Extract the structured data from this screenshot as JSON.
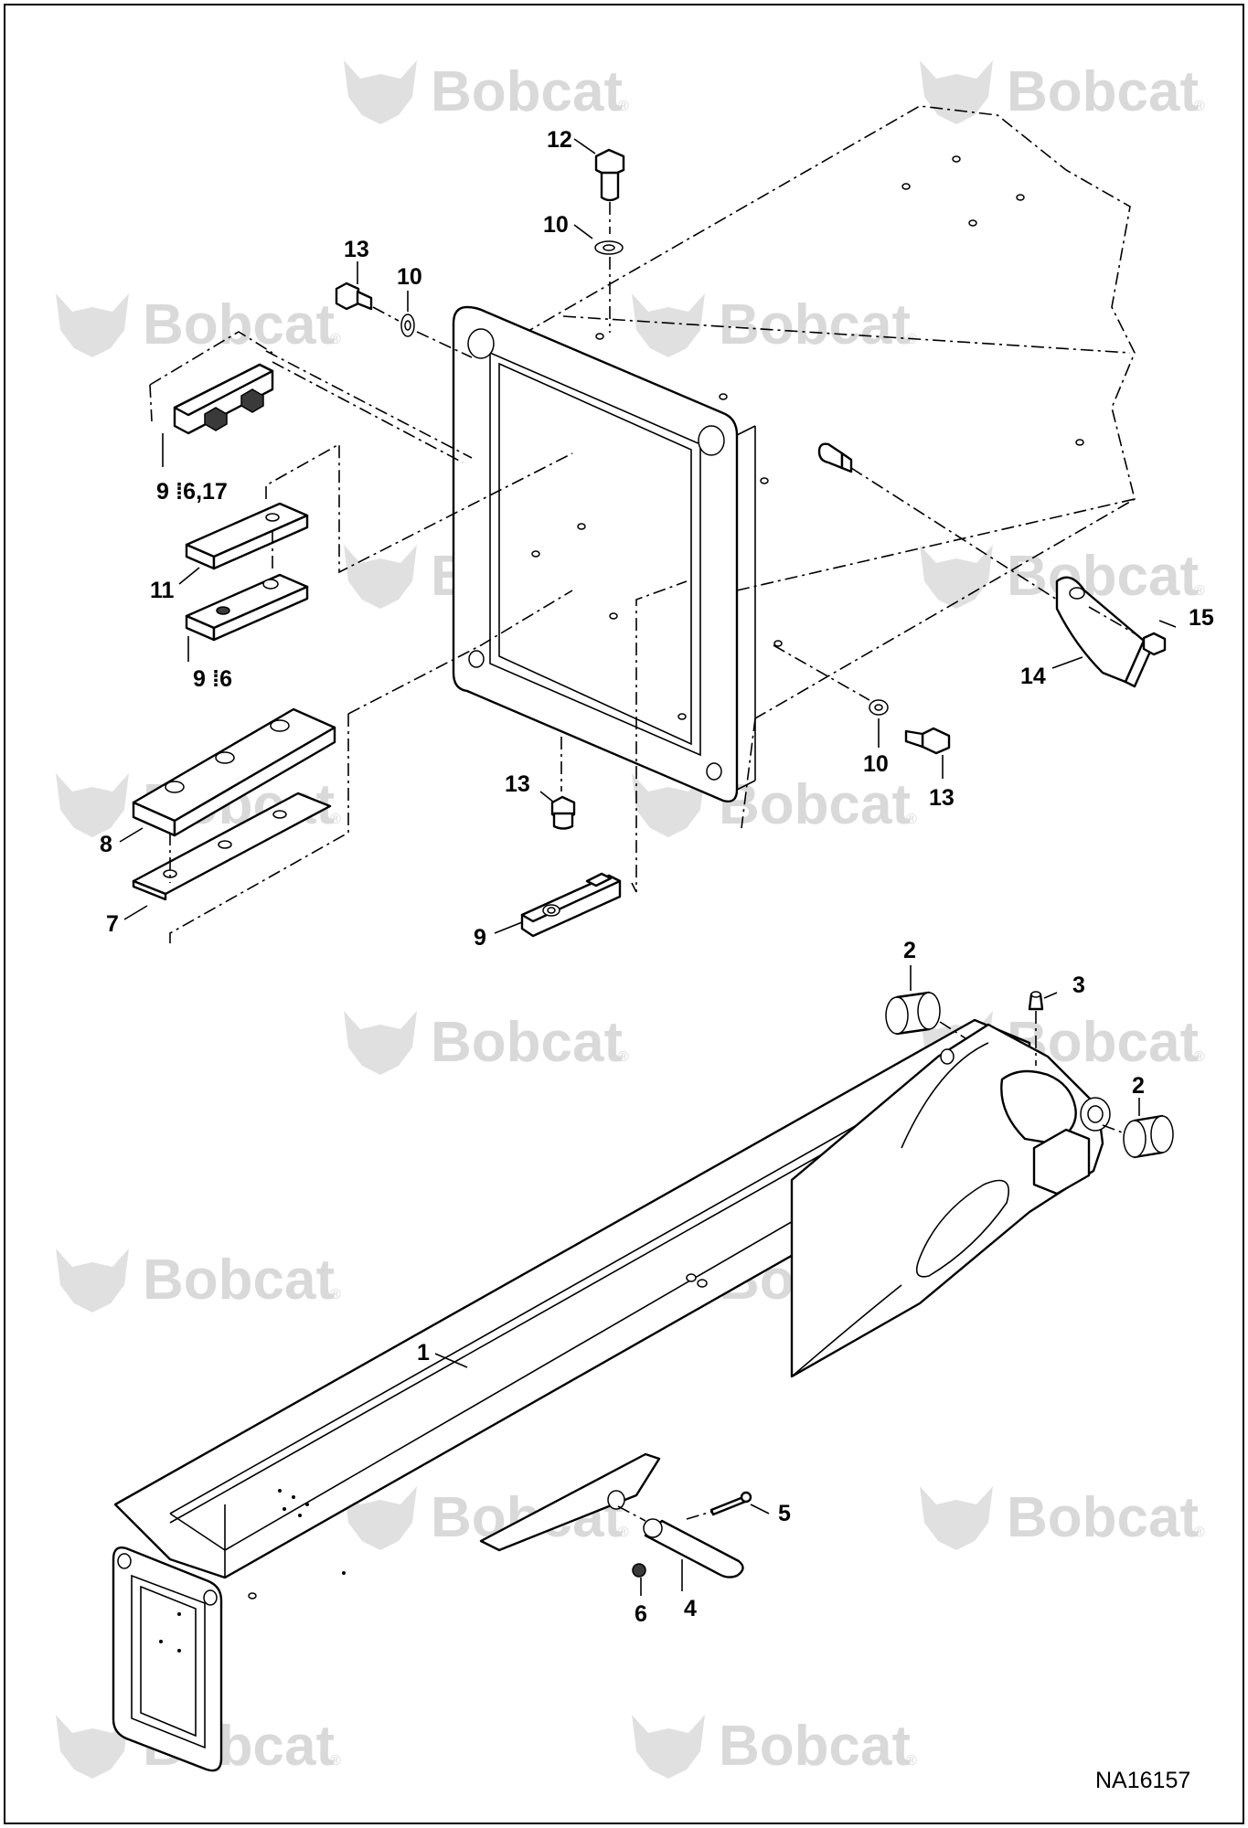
{
  "watermark": {
    "brand": "Bobcat",
    "reg": "®"
  },
  "drawing_id": "NA16157",
  "callouts": [
    {
      "id": "c12",
      "text": "12"
    },
    {
      "id": "c13a",
      "text": "13"
    },
    {
      "id": "c10a",
      "text": "10"
    },
    {
      "id": "c10b",
      "text": "10"
    },
    {
      "id": "c9a",
      "text": "9 ⁞6,17"
    },
    {
      "id": "c11",
      "text": "11"
    },
    {
      "id": "c9b",
      "text": "9 ⁞6"
    },
    {
      "id": "c8",
      "text": "8"
    },
    {
      "id": "c7",
      "text": "7"
    },
    {
      "id": "c13b",
      "text": "13"
    },
    {
      "id": "c9c",
      "text": "9"
    },
    {
      "id": "c15",
      "text": "15"
    },
    {
      "id": "c14",
      "text": "14"
    },
    {
      "id": "c10c",
      "text": "10"
    },
    {
      "id": "c13c",
      "text": "13"
    },
    {
      "id": "c2a",
      "text": "2"
    },
    {
      "id": "c3",
      "text": "3"
    },
    {
      "id": "c2b",
      "text": "2"
    },
    {
      "id": "c1",
      "text": "1"
    },
    {
      "id": "c5",
      "text": "5"
    },
    {
      "id": "c6",
      "text": "6"
    },
    {
      "id": "c4",
      "text": "4"
    }
  ]
}
